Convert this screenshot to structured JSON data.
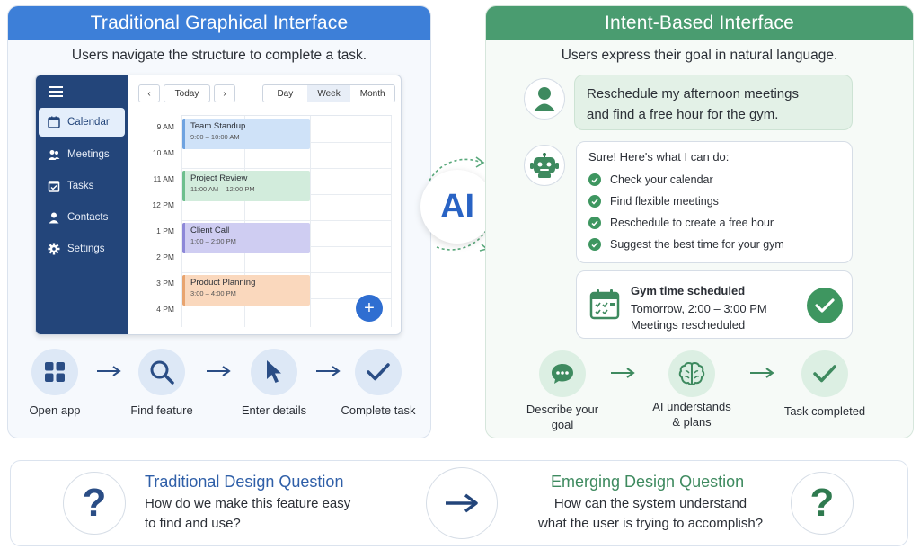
{
  "left_panel": {
    "title": "Traditional Graphical Interface",
    "subtitle": "Users navigate the structure to complete a task.",
    "calendar": {
      "sidebar_items": [
        {
          "label": "Calendar",
          "icon": "calendar-icon"
        },
        {
          "label": "Meetings",
          "icon": "people-icon"
        },
        {
          "label": "Tasks",
          "icon": "checkbox-icon"
        },
        {
          "label": "Contacts",
          "icon": "person-icon"
        },
        {
          "label": "Settings",
          "icon": "gear-icon"
        }
      ],
      "prev": "‹",
      "today": "Today",
      "next": "›",
      "views": [
        "Day",
        "Week",
        "Month"
      ],
      "selected_view": "Week",
      "times": [
        "9 AM",
        "10 AM",
        "11 AM",
        "12 PM",
        "1 PM",
        "2 PM",
        "3 PM",
        "4 PM"
      ],
      "events": [
        {
          "title": "Team Standup",
          "time": "9:00 – 10:00 AM",
          "color": "blue"
        },
        {
          "title": "Project Review",
          "time": "11:00 AM – 12:00 PM",
          "color": "green"
        },
        {
          "title": "Client Call",
          "time": "1:00 – 2:00 PM",
          "color": "purple"
        },
        {
          "title": "Product Planning",
          "time": "3:00 – 4:00 PM",
          "color": "orange"
        }
      ],
      "fab": "+"
    },
    "steps": [
      "Open app",
      "Find feature",
      "Enter details",
      "Complete task"
    ]
  },
  "hub": {
    "label": "AI"
  },
  "right_panel": {
    "title": "Intent-Based Interface",
    "subtitle": "Users express their goal in natural language.",
    "user_message": [
      "Reschedule my afternoon meetings",
      "and find a free hour for the gym."
    ],
    "bot_intro": "Sure! Here's what I can do:",
    "bot_actions": [
      "Check your calendar",
      "Find flexible meetings",
      "Reschedule to create a free hour",
      "Suggest the best time for your gym"
    ],
    "result": {
      "title": "Gym time scheduled",
      "line1": "Tomorrow, 2:00 – 3:00 PM",
      "line2": "Meetings rescheduled"
    },
    "steps": [
      {
        "l1": "Describe your",
        "l2": "goal"
      },
      {
        "l1": "AI understands",
        "l2": "& plans"
      },
      {
        "l1": "Task completed",
        "l2": ""
      }
    ]
  },
  "bottom": {
    "left_title": "Traditional Design Question",
    "left_text": [
      "How do we make this feature easy",
      "to find and use?"
    ],
    "right_title": "Emerging Design Question",
    "right_text": [
      "How can the system understand",
      "what the user is trying to accomplish?"
    ],
    "question_mark": "?"
  },
  "colors": {
    "left_accent": "#3d7fd8",
    "right_accent": "#4a9c70",
    "sidebar": "#23457a",
    "ai_text": "#2963c4"
  }
}
